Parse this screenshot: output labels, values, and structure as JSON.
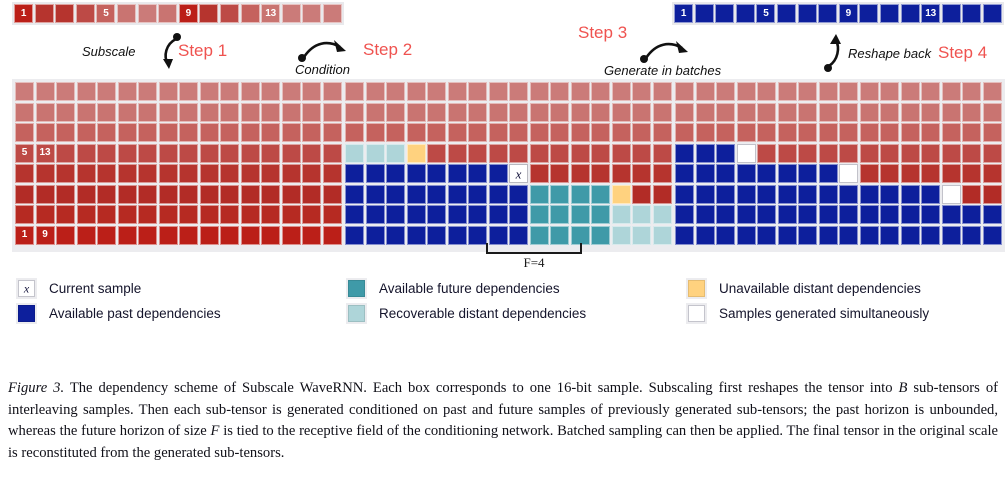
{
  "figure": {
    "number_label": "Figure 3.",
    "caption_part1": " The dependency scheme of Subscale WaveRNN. Each box corresponds to one 16-bit sample. Subscaling first reshapes the tensor into ",
    "caption_var_B": "B",
    "caption_part2": " sub-tensors of interleaving samples. Then each sub-tensor is generated conditioned on past and future samples of previously generated sub-tensors; the past horizon is unbounded, whereas the future horizon of size ",
    "caption_var_F": "F",
    "caption_part3": " is tied to the receptive field of the conditioning network. Batched sampling can then be applied. The final tensor in the original scale is reconstituted from the generated sub-tensors."
  },
  "steps": [
    {
      "id": "step1",
      "step_label": "Step 1",
      "op_label": "Subscale"
    },
    {
      "id": "step2",
      "step_label": "Step 2",
      "op_label": "Condition"
    },
    {
      "id": "step3",
      "step_label": "Step 3",
      "op_label": "Generate in batches"
    },
    {
      "id": "step4",
      "step_label": "Step 4",
      "op_label": "Reshape back"
    }
  ],
  "colors": {
    "red_dark": "#bb1f18",
    "red_mid": "#b6342e",
    "red_light": "#c5625e",
    "red_pale": "#cb7b79",
    "blue": "#0d1f9c",
    "teal": "#3f9aa8",
    "teal_light": "#aed5d9",
    "yellow": "#ffd27f",
    "white": "#ffffff",
    "step_text": "#ef5350",
    "panel_bg": "#ececef"
  },
  "top_strip": {
    "name": "original-tensor-strip",
    "cells": [
      {
        "label": "1",
        "color": "#bb1f18"
      },
      {
        "label": "",
        "color": "#b6342e"
      },
      {
        "label": "",
        "color": "#b6342e"
      },
      {
        "label": "",
        "color": "#bd4a46"
      },
      {
        "label": "5",
        "color": "#c5625e"
      },
      {
        "label": "",
        "color": "#c97471"
      },
      {
        "label": "",
        "color": "#cb7b79"
      },
      {
        "label": "",
        "color": "#c97471"
      },
      {
        "label": "9",
        "color": "#bb1f18"
      },
      {
        "label": "",
        "color": "#b6342e"
      },
      {
        "label": "",
        "color": "#bd4a46"
      },
      {
        "label": "",
        "color": "#c5625e"
      },
      {
        "label": "13",
        "color": "#c97471"
      },
      {
        "label": "",
        "color": "#cb7b79"
      },
      {
        "label": "",
        "color": "#cb7b79"
      },
      {
        "label": "",
        "color": "#cb7b79"
      }
    ]
  },
  "bottom_strip": {
    "name": "reconstituted-tensor-strip",
    "cells": [
      {
        "label": "1",
        "color": "#0d1f9c"
      },
      {
        "label": "",
        "color": "#0d1f9c"
      },
      {
        "label": "",
        "color": "#0d1f9c"
      },
      {
        "label": "",
        "color": "#0d1f9c"
      },
      {
        "label": "5",
        "color": "#0d1f9c"
      },
      {
        "label": "",
        "color": "#0d1f9c"
      },
      {
        "label": "",
        "color": "#0d1f9c"
      },
      {
        "label": "",
        "color": "#0d1f9c"
      },
      {
        "label": "9",
        "color": "#0d1f9c"
      },
      {
        "label": "",
        "color": "#0d1f9c"
      },
      {
        "label": "",
        "color": "#0d1f9c"
      },
      {
        "label": "",
        "color": "#0d1f9c"
      },
      {
        "label": "13",
        "color": "#0d1f9c"
      },
      {
        "label": "",
        "color": "#0d1f9c"
      },
      {
        "label": "",
        "color": "#0d1f9c"
      },
      {
        "label": "",
        "color": "#0d1f9c"
      }
    ]
  },
  "grids": [
    {
      "name": "subscaled-tensor-grid",
      "cols": 16,
      "rows": 8,
      "row_colors": [
        "#cb7b79",
        "#c97471",
        "#c5625e",
        "#bd4a46",
        "#b6342e",
        "#b22c26",
        "#b62a22",
        "#bb1f18"
      ],
      "labels": [
        {
          "row": 3,
          "col": 0,
          "text": "5"
        },
        {
          "row": 3,
          "col": 1,
          "text": "13"
        },
        {
          "row": 7,
          "col": 0,
          "text": "1"
        },
        {
          "row": 7,
          "col": 1,
          "text": "9"
        }
      ],
      "overrides": []
    },
    {
      "name": "conditioning-dependency-grid",
      "cols": 16,
      "rows": 8,
      "row_colors": [
        "#cb7b79",
        "#c97471",
        "#c5625e",
        "#bd4a46",
        "#b6342e",
        "#b22c26",
        "#b62a22",
        "#bb1f18"
      ],
      "labels": [],
      "overrides": [
        {
          "row": 3,
          "cols": [
            0,
            1,
            2
          ],
          "color": "#aed5d9"
        },
        {
          "row": 3,
          "cols": [
            3
          ],
          "color": "#ffd27f"
        },
        {
          "row": 4,
          "cols": [
            0,
            1,
            2,
            3,
            4,
            5,
            6,
            7
          ],
          "color": "#0d1f9c"
        },
        {
          "row": 4,
          "cols": [
            8
          ],
          "color": "#ffffff",
          "kind": "x",
          "text": "x"
        },
        {
          "row": 5,
          "cols": [
            0,
            1,
            2,
            3,
            4,
            5,
            6,
            7,
            8
          ],
          "color": "#0d1f9c"
        },
        {
          "row": 5,
          "cols": [
            9,
            10,
            11,
            12
          ],
          "color": "#3f9aa8"
        },
        {
          "row": 5,
          "cols": [
            13
          ],
          "color": "#ffd27f"
        },
        {
          "row": 6,
          "cols": [
            0,
            1,
            2,
            3,
            4,
            5,
            6,
            7,
            8
          ],
          "color": "#0d1f9c"
        },
        {
          "row": 6,
          "cols": [
            9,
            10,
            11,
            12
          ],
          "color": "#3f9aa8"
        },
        {
          "row": 6,
          "cols": [
            13,
            14,
            15
          ],
          "color": "#aed5d9"
        },
        {
          "row": 7,
          "cols": [
            0,
            1,
            2,
            3,
            4,
            5,
            6,
            7,
            8
          ],
          "color": "#0d1f9c"
        },
        {
          "row": 7,
          "cols": [
            9,
            10,
            11,
            12
          ],
          "color": "#3f9aa8"
        },
        {
          "row": 7,
          "cols": [
            13,
            14,
            15
          ],
          "color": "#aed5d9"
        }
      ]
    },
    {
      "name": "batched-generation-grid",
      "cols": 16,
      "rows": 8,
      "row_colors": [
        "#cb7b79",
        "#c97471",
        "#c5625e",
        "#bd4a46",
        "#b6342e",
        "#b22c26",
        "#b62a22",
        "#bb1f18"
      ],
      "labels": [],
      "overrides": [
        {
          "row": 3,
          "cols": [
            0,
            1,
            2
          ],
          "color": "#0d1f9c"
        },
        {
          "row": 3,
          "cols": [
            3
          ],
          "color": "#ffffff"
        },
        {
          "row": 4,
          "cols": [
            0,
            1,
            2,
            3,
            4,
            5,
            6,
            7
          ],
          "color": "#0d1f9c"
        },
        {
          "row": 4,
          "cols": [
            8
          ],
          "color": "#ffffff"
        },
        {
          "row": 5,
          "cols": [
            0,
            1,
            2,
            3,
            4,
            5,
            6,
            7,
            8,
            9,
            10,
            11,
            12
          ],
          "color": "#0d1f9c"
        },
        {
          "row": 5,
          "cols": [
            13
          ],
          "color": "#ffffff"
        },
        {
          "row": 6,
          "cols": [
            0,
            1,
            2,
            3,
            4,
            5,
            6,
            7,
            8,
            9,
            10,
            11,
            12,
            13,
            14,
            15
          ],
          "color": "#0d1f9c"
        },
        {
          "row": 7,
          "cols": [
            0,
            1,
            2,
            3,
            4,
            5,
            6,
            7,
            8,
            9,
            10,
            11,
            12,
            13,
            14,
            15
          ],
          "color": "#0d1f9c"
        }
      ]
    }
  ],
  "bracket": {
    "label": "F=4"
  },
  "legend": {
    "rows": [
      [
        {
          "swatch": "white-x",
          "color": "#ffffff",
          "glyph": "x",
          "label": "Current sample"
        },
        {
          "swatch": "teal",
          "color": "#3f9aa8",
          "glyph": "",
          "label": "Available future dependencies"
        },
        {
          "swatch": "yellow",
          "color": "#ffd27f",
          "glyph": "",
          "label": "Unavailable distant dependencies"
        }
      ],
      [
        {
          "swatch": "blue",
          "color": "#0d1f9c",
          "glyph": "",
          "label": "Available past dependencies"
        },
        {
          "swatch": "teal-light",
          "color": "#aed5d9",
          "glyph": "",
          "label": "Recoverable distant dependencies"
        },
        {
          "swatch": "white",
          "color": "#ffffff",
          "glyph": "",
          "label": "Samples generated simultaneously"
        }
      ]
    ]
  }
}
